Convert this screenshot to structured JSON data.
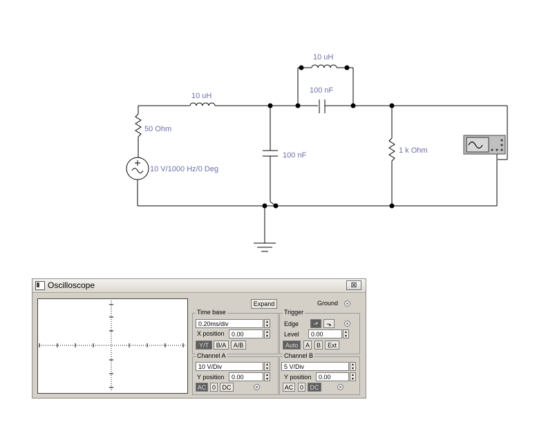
{
  "circuit": {
    "labels": {
      "l1": "10 uH",
      "l2": "10 uH",
      "c_series": "100 nF",
      "c_shunt": "100 nF",
      "resistor_source": "50  Ohm",
      "resistor_load": "1 k Ohm",
      "source": "10 V/1000 Hz/0 Deg"
    }
  },
  "oscilloscope": {
    "title": "Oscilloscope",
    "close_label": "⊠",
    "expand_label": "Expand",
    "ground_label": "Ground",
    "time_base": {
      "group_label": "Time base",
      "value": "0.20ms/div",
      "x_position_label": "X position",
      "x_position_value": "0.00",
      "yt_label": "Y/T",
      "ba_label": "B/A",
      "ab_label": "A/B"
    },
    "trigger": {
      "group_label": "Trigger",
      "edge_label": "Edge",
      "level_label": "Level",
      "level_value": "0.00",
      "auto_label": "Auto",
      "a_label": "A",
      "b_label": "B",
      "ext_label": "Ext"
    },
    "channel_a": {
      "group_label": "Channel A",
      "value": "10  V/Div",
      "y_position_label": "Y position",
      "y_position_value": "0.00",
      "ac_label": "AC",
      "zero_label": "0",
      "dc_label": "DC"
    },
    "channel_b": {
      "group_label": "Channel B",
      "value": "5  V/Div",
      "y_position_label": "Y position",
      "y_position_value": "0.00",
      "ac_label": "AC",
      "zero_label": "0",
      "dc_label": "DC"
    }
  }
}
